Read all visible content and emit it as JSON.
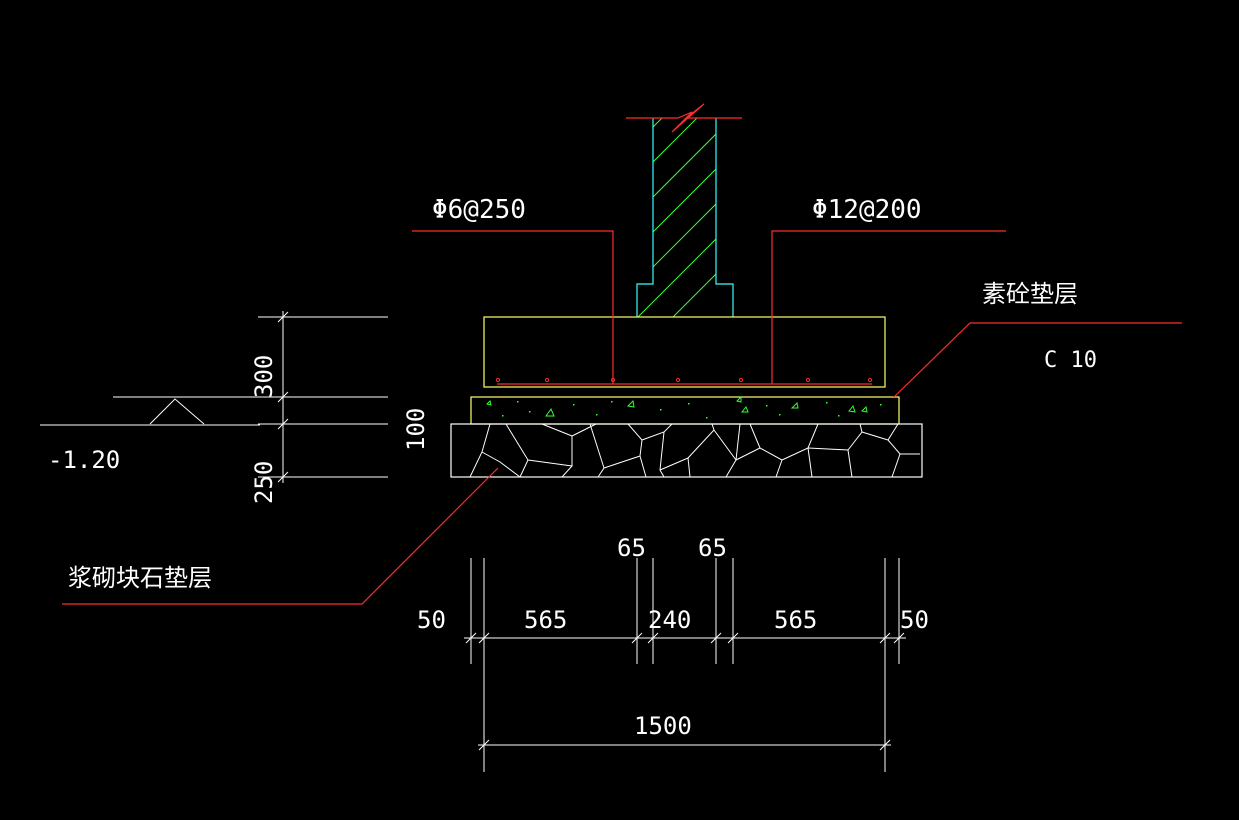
{
  "colors": {
    "background": "#000000",
    "white": "#ffffff",
    "red": "#ff2a2a",
    "yellow": "#ffff66",
    "cyan": "#33ffff",
    "green": "#33ff33"
  },
  "labels": {
    "rebar_left": "Φ6@250",
    "rebar_right": "Φ12@200",
    "concrete_bedding": "素砼垫层",
    "concrete_grade": "C 10",
    "rubble_bedding": "浆砌块石垫层",
    "elevation": "-1.20"
  },
  "dimensions": {
    "vertical": [
      "300",
      "100",
      "250"
    ],
    "top_row": [
      "65",
      "65"
    ],
    "middle_row": [
      "50",
      "565",
      "240",
      "565",
      "50"
    ],
    "total": "1500"
  }
}
